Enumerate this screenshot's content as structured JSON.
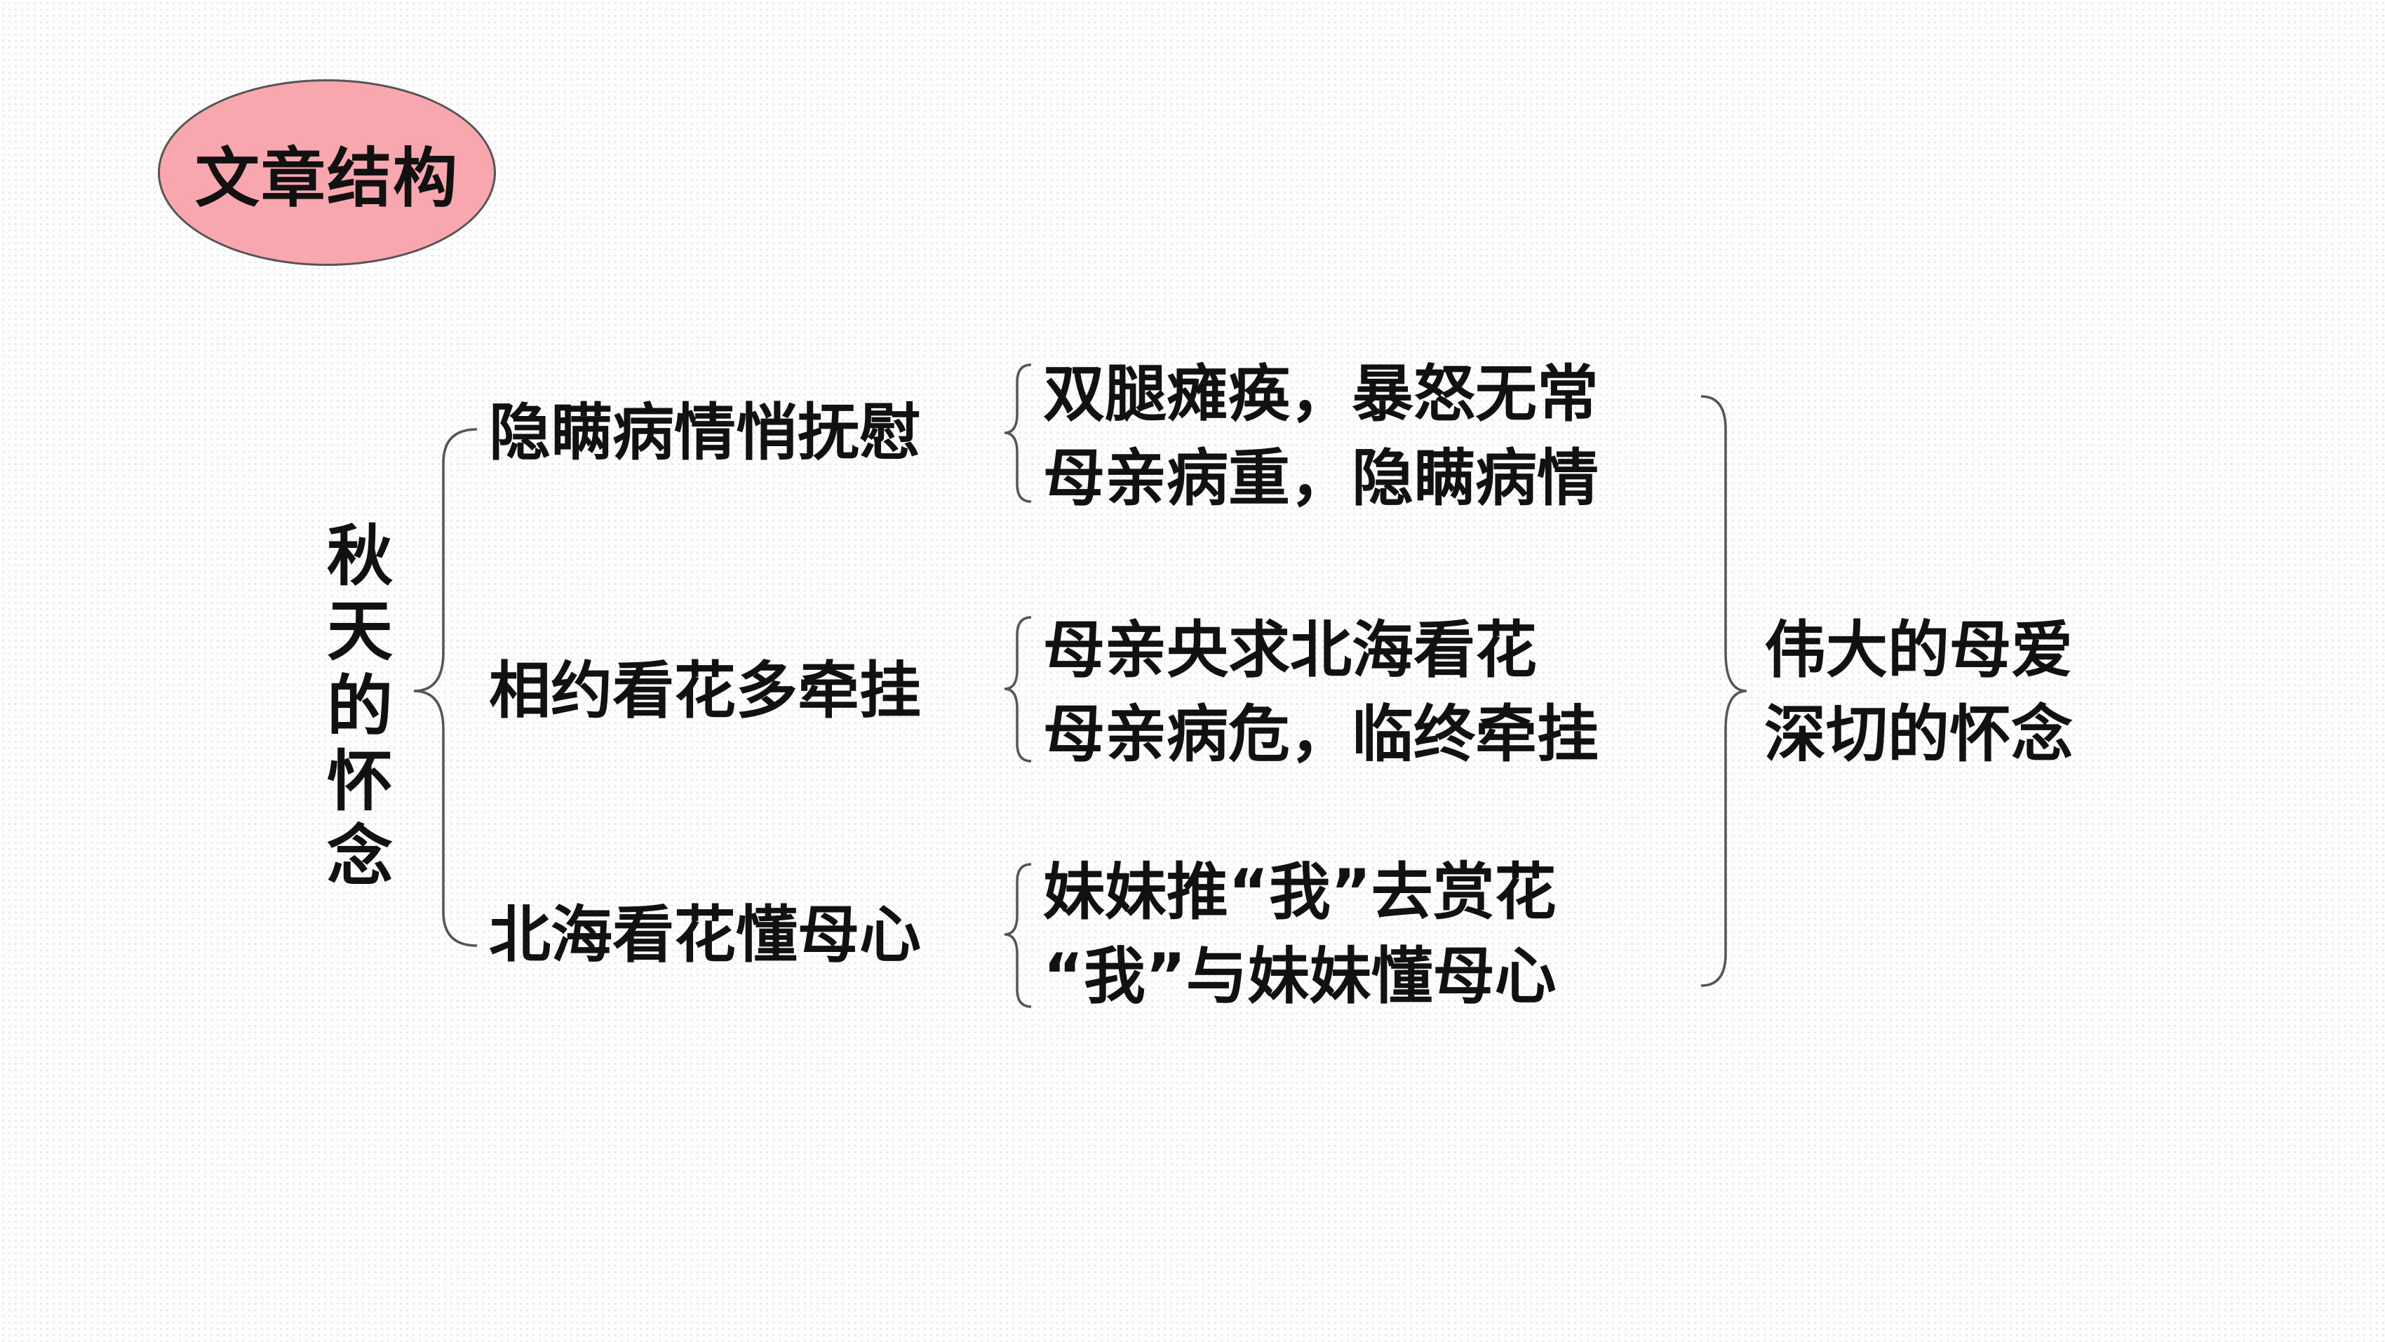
{
  "badge": {
    "label": "文章结构",
    "color": "#f7a7ad"
  },
  "root": {
    "label": "秋天的怀念"
  },
  "branches": [
    {
      "label": "隐瞒病情悄抚慰",
      "details": [
        "双腿瘫痪，暴怒无常",
        "母亲病重，隐瞒病情"
      ]
    },
    {
      "label": "相约看花多牵挂",
      "details": [
        "母亲央求北海看花",
        "母亲病危，临终牵挂"
      ]
    },
    {
      "label": "北海看花懂母心",
      "details": [
        "妹妹推“我”去赏花",
        "“我”与妹妹懂母心"
      ]
    }
  ],
  "summary": [
    "伟大的母爱",
    "深切的怀念"
  ]
}
